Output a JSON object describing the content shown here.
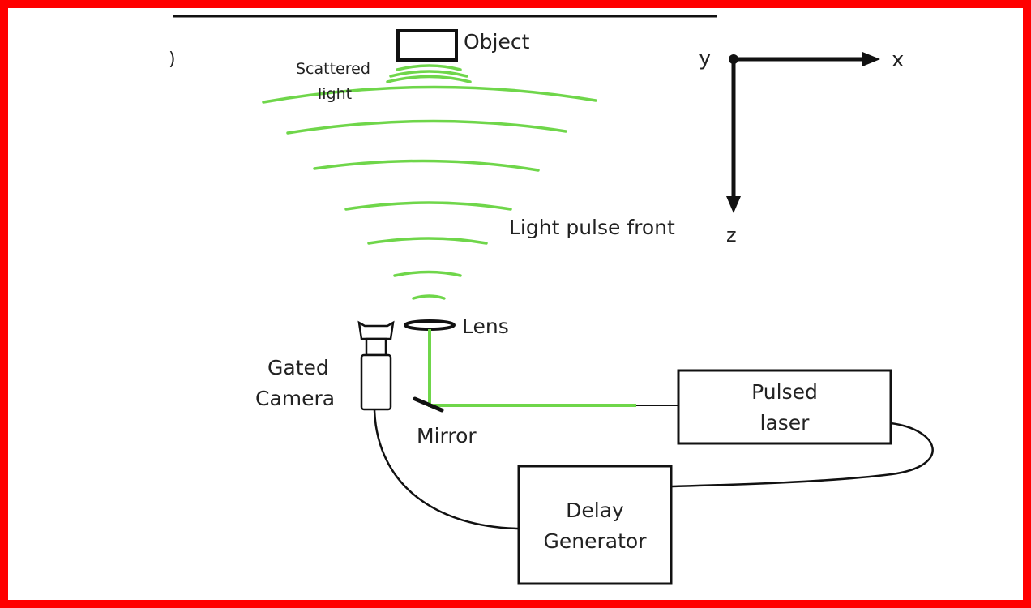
{
  "colors": {
    "frame": "#ff0000",
    "light": "#6fd64a",
    "ink": "#111111"
  },
  "labels": {
    "object": "Object",
    "scattered_1": "Scattered",
    "scattered_2": "light",
    "pulse_front": "Light pulse front",
    "lens": "Lens",
    "camera_1": "Gated",
    "camera_2": "Camera",
    "mirror": "Mirror",
    "laser_1": "Pulsed",
    "laser_2": "laser",
    "delay_1": "Delay",
    "delay_2": "Generator",
    "axis_x": "x",
    "axis_y": "y",
    "axis_z": "z"
  }
}
